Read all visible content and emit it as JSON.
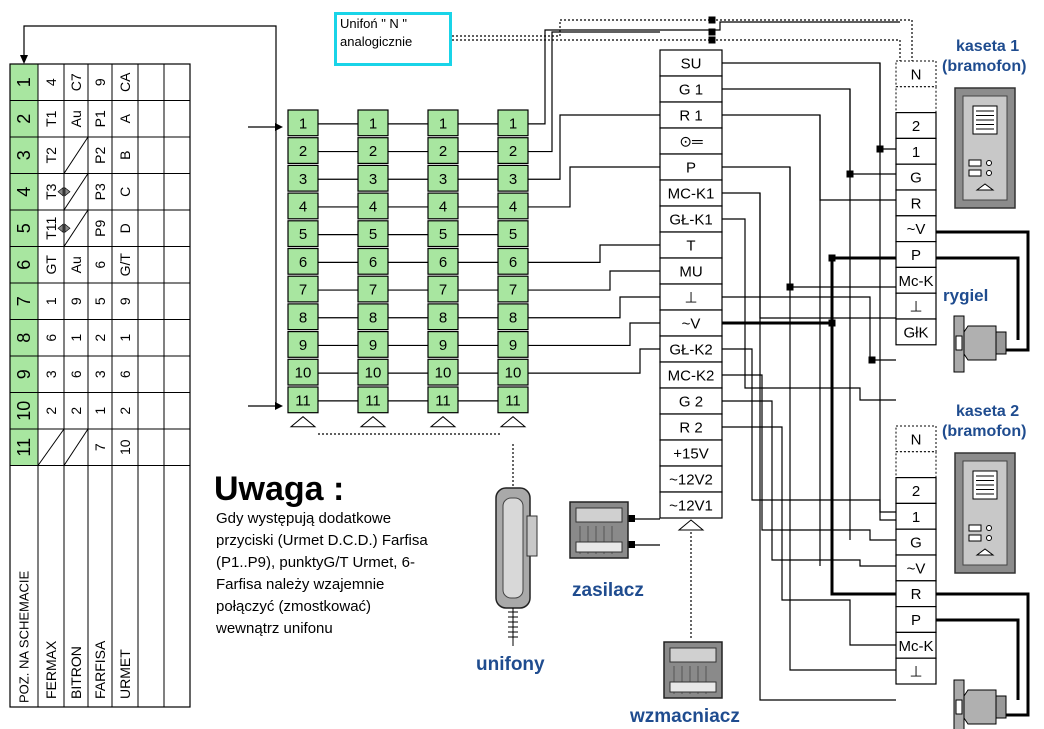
{
  "title_box": {
    "line1": "Unifoń  \" N \"",
    "line2": "analogicznie"
  },
  "table": {
    "pos_header": "POZ. NA SCHEMACIE",
    "brands": [
      "FERMAX",
      "BITRON",
      "FARFISA",
      "URMET"
    ],
    "positions": [
      "1",
      "2",
      "3",
      "4",
      "5",
      "6",
      "7",
      "8",
      "9",
      "10",
      "11"
    ],
    "rows": [
      [
        "4",
        "C7",
        "9",
        "CA"
      ],
      [
        "T1",
        "Au",
        "P1",
        "A"
      ],
      [
        "T2",
        "",
        "P2",
        "B"
      ],
      [
        "T3",
        "",
        "P3",
        "C"
      ],
      [
        "T11",
        "",
        "P9",
        "D"
      ],
      [
        "GT",
        "Au",
        "6",
        "G/T"
      ],
      [
        "1",
        "9",
        "5",
        "9"
      ],
      [
        "6",
        "1",
        "2",
        "1"
      ],
      [
        "3",
        "6",
        "3",
        "6"
      ],
      [
        "2",
        "2",
        "1",
        "2"
      ],
      [
        "",
        "",
        "7",
        "10"
      ]
    ]
  },
  "connector_pins": [
    "1",
    "2",
    "3",
    "4",
    "5",
    "6",
    "7",
    "8",
    "9",
    "10",
    "11"
  ],
  "amp_terminals": [
    "SU",
    "G 1",
    "R 1",
    "⊙═",
    "P",
    "MC-K1",
    "GŁ-K1",
    "T",
    "MU",
    "⊥",
    "~V",
    "GŁ-K2",
    "MC-K2",
    "G 2",
    "R 2",
    "+15V",
    "~12V2",
    "~12V1"
  ],
  "kaseta1": {
    "title1": "kaseta 1",
    "title2": "(bramofon)",
    "terminals": [
      "N",
      "",
      "2",
      "1",
      "G",
      "R",
      "~V",
      "P",
      "Mc-K",
      "⊥",
      "GłK"
    ]
  },
  "kaseta2": {
    "title1": "kaseta 2",
    "title2": "(bramofon)",
    "terminals": [
      "N",
      "",
      "2",
      "1",
      "G",
      "~V",
      "R",
      "P",
      "Mc-K",
      "⊥"
    ]
  },
  "labels": {
    "rygiel": "rygiel",
    "zasilacz": "zasilacz",
    "unifony": "unifony",
    "wzmacniacz": "wzmacniacz"
  },
  "note": {
    "title": "Uwaga :",
    "body": "Gdy występują dodatkowe przyciski (Urmet D.C.D.) Farfisa (P1..P9), punktyG/T Urmet, 6-Farfisa należy wzajemnie połączyć (zmostkować) wewnątrz unifonu"
  },
  "colors": {
    "green": "#a8e6a0",
    "cyan": "#19d4e8",
    "label_blue": "#1f4c8f",
    "device_gray": "#8c8c8c"
  }
}
